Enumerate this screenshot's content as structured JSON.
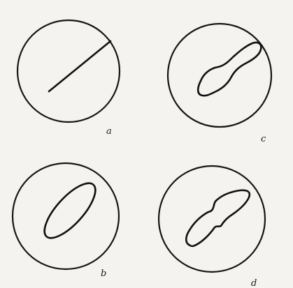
{
  "figure": {
    "panels": [
      {
        "id": "a",
        "label": "a",
        "shape": "straight line"
      },
      {
        "id": "c",
        "label": "c",
        "shape": "constricted elongated blob"
      },
      {
        "id": "b",
        "label": "b",
        "shape": "ellipse"
      },
      {
        "id": "d",
        "label": "d",
        "shape": "notched double-lobed blob"
      }
    ],
    "colors": {
      "background": "#f4f3ef",
      "ink": "#111111"
    }
  }
}
